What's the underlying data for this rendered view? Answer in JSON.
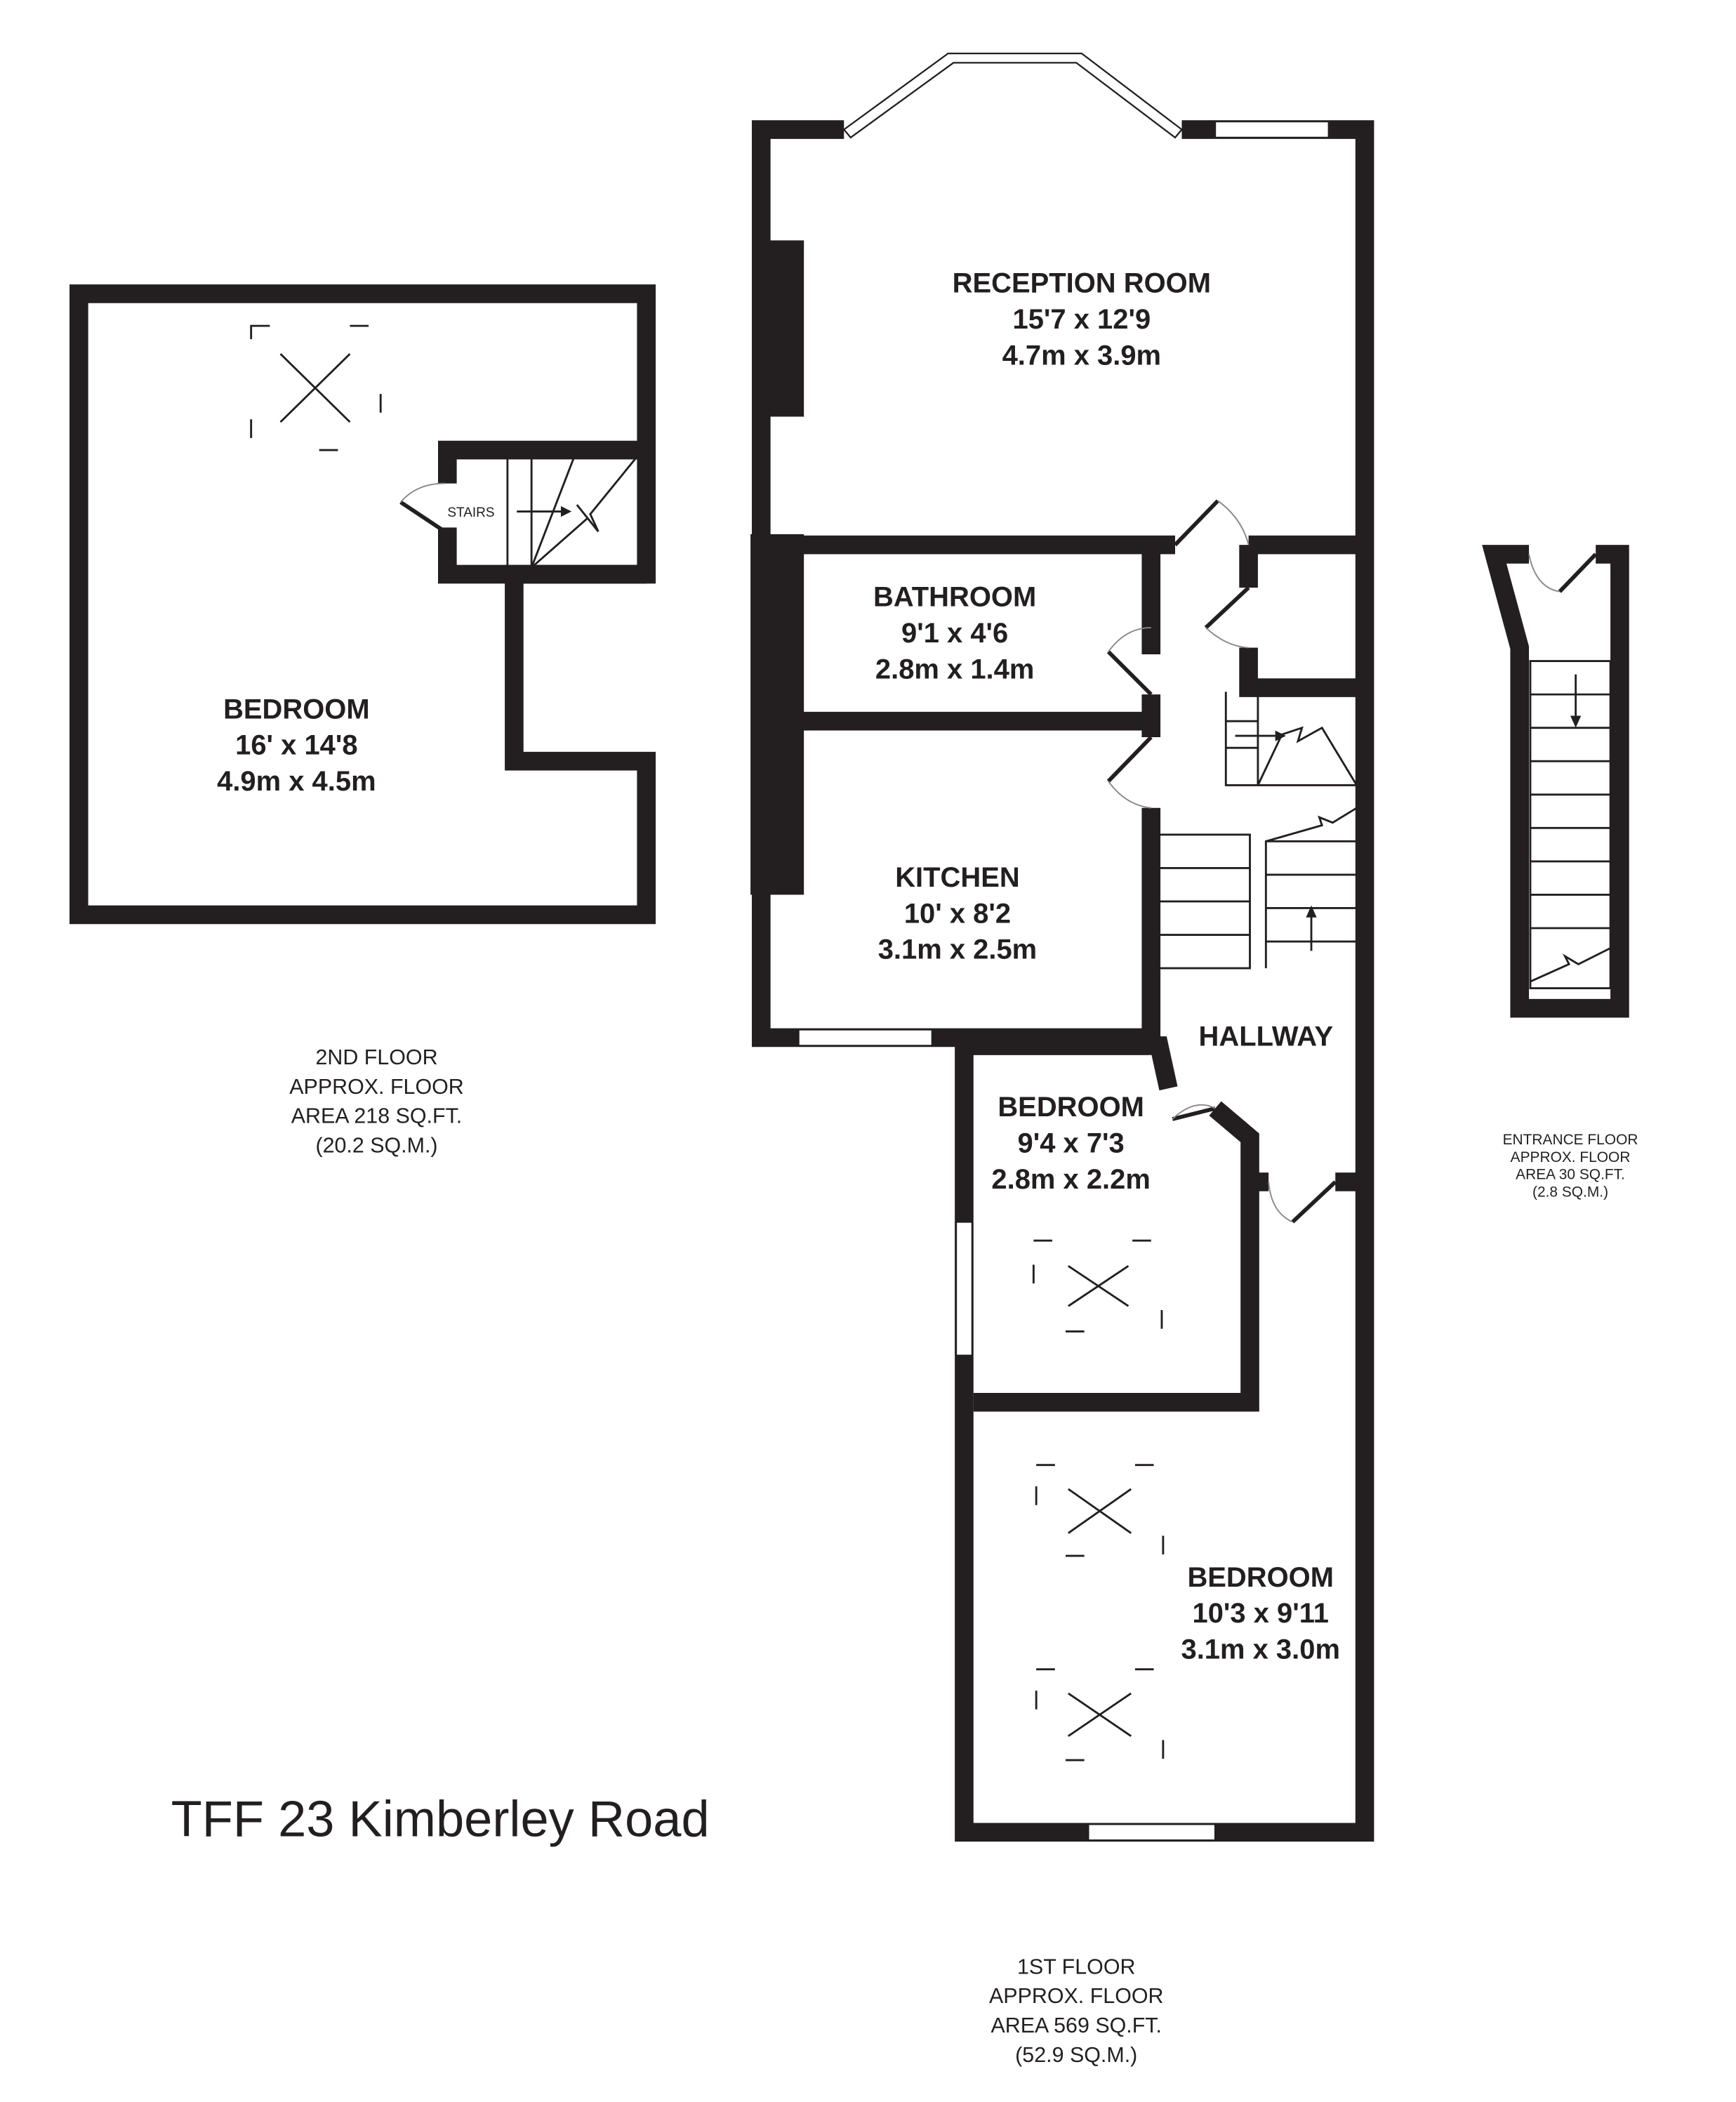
{
  "title": "TFF 23 Kimberley Road",
  "floors": {
    "second": {
      "lines": [
        "2ND FLOOR",
        "APPROX. FLOOR",
        "AREA 218 SQ.FT.",
        "(20.2 SQ.M.)"
      ],
      "stairs_label": "STAIRS",
      "rooms": [
        {
          "name": "BEDROOM",
          "imperial": "16' x 14'8",
          "metric": "4.9m x 4.5m"
        }
      ]
    },
    "first": {
      "lines": [
        "1ST FLOOR",
        "APPROX. FLOOR",
        "AREA 569 SQ.FT.",
        "(52.9 SQ.M.)"
      ],
      "rooms": [
        {
          "name": "RECEPTION ROOM",
          "imperial": "15'7 x 12'9",
          "metric": "4.7m x 3.9m"
        },
        {
          "name": "BATHROOM",
          "imperial": "9'1 x 4'6",
          "metric": "2.8m x 1.4m"
        },
        {
          "name": "KITCHEN",
          "imperial": "10' x 8'2",
          "metric": "3.1m x 2.5m"
        },
        {
          "name": "HALLWAY"
        },
        {
          "name": "BEDROOM",
          "imperial": "9'4 x 7'3",
          "metric": "2.8m x 2.2m"
        },
        {
          "name": "BEDROOM",
          "imperial": "10'3 x 9'11",
          "metric": "3.1m x 3.0m"
        }
      ]
    },
    "entrance": {
      "lines": [
        "ENTRANCE FLOOR",
        "APPROX. FLOOR",
        "AREA 30 SQ.FT.",
        "(2.8 SQ.M.)"
      ]
    }
  },
  "colors": {
    "wall": "#231f20",
    "background": "#ffffff"
  }
}
